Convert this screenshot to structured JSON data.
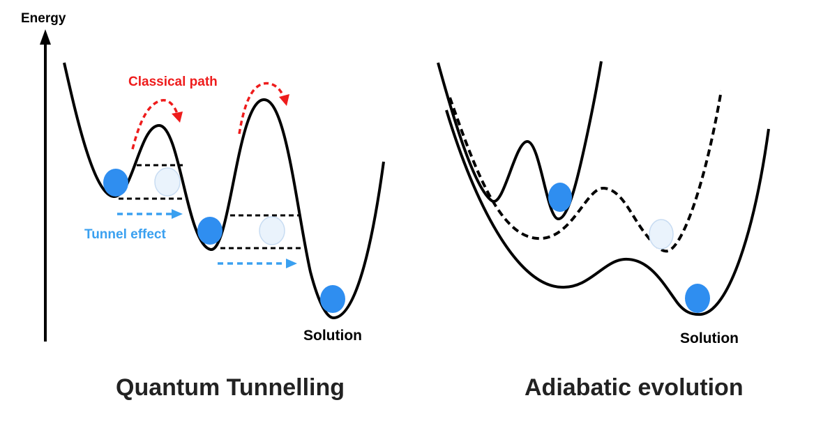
{
  "axis": {
    "label": "Energy"
  },
  "left_panel": {
    "title": "Quantum Tunnelling",
    "classical_label": "Classical path",
    "tunnel_label": "Tunnel effect",
    "solution_label": "Solution"
  },
  "right_panel": {
    "title": "Adiabatic evolution",
    "solution_label": "Solution"
  },
  "colors": {
    "curve": "#000000",
    "ball": "#2f8ef0",
    "ghost_ball_fill": "#eaf3fc",
    "ghost_ball_stroke": "#c8dcf2",
    "classical_path": "#ee1c1c",
    "tunnel_effect": "#3aa0f0"
  }
}
